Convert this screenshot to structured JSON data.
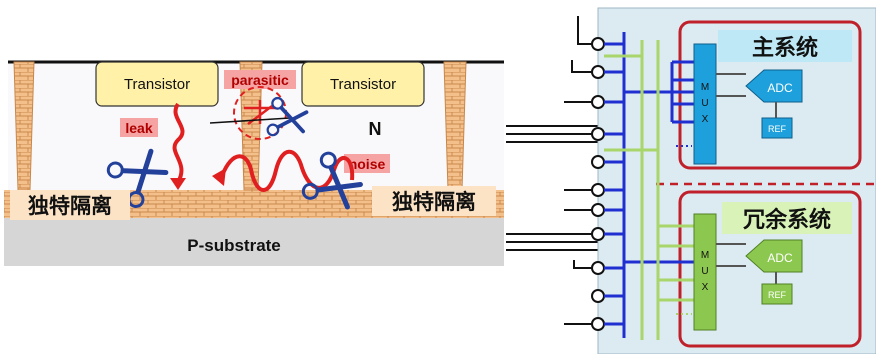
{
  "left": {
    "transistor_left": "Transistor",
    "transistor_right": "Transistor",
    "parasitic": "parasitic",
    "leak": "leak",
    "n_region": "N",
    "noise": "noise",
    "isolation_left": "独特隔离",
    "isolation_right": "独特隔离",
    "substrate": "P-substrate"
  },
  "right": {
    "main_system": "主系统",
    "redundant_system": "冗余系统",
    "mux_top": [
      "M",
      "U",
      "X"
    ],
    "mux_bottom": [
      "M",
      "U",
      "X"
    ],
    "adc_top": "ADC",
    "adc_bottom": "ADC",
    "ref_top": "REF",
    "ref_bottom": "REF"
  },
  "colors": {
    "brick": "#f3c08c",
    "brick_line": "#c8874a",
    "transistor_fill": "#fff2a8",
    "label_pink": "#f6a3a3",
    "red": "#e02020",
    "blue_bus": "#1f2fd0",
    "green_bus": "#a8d66a",
    "panel_bg": "#dcebf2",
    "main_label_bg": "#bfe8f6",
    "redundant_label_bg": "#d9f2b8",
    "mux_top": "#1ea0dc",
    "mux_bottom": "#8cc850",
    "adc_fill": "#1ea0dc"
  }
}
